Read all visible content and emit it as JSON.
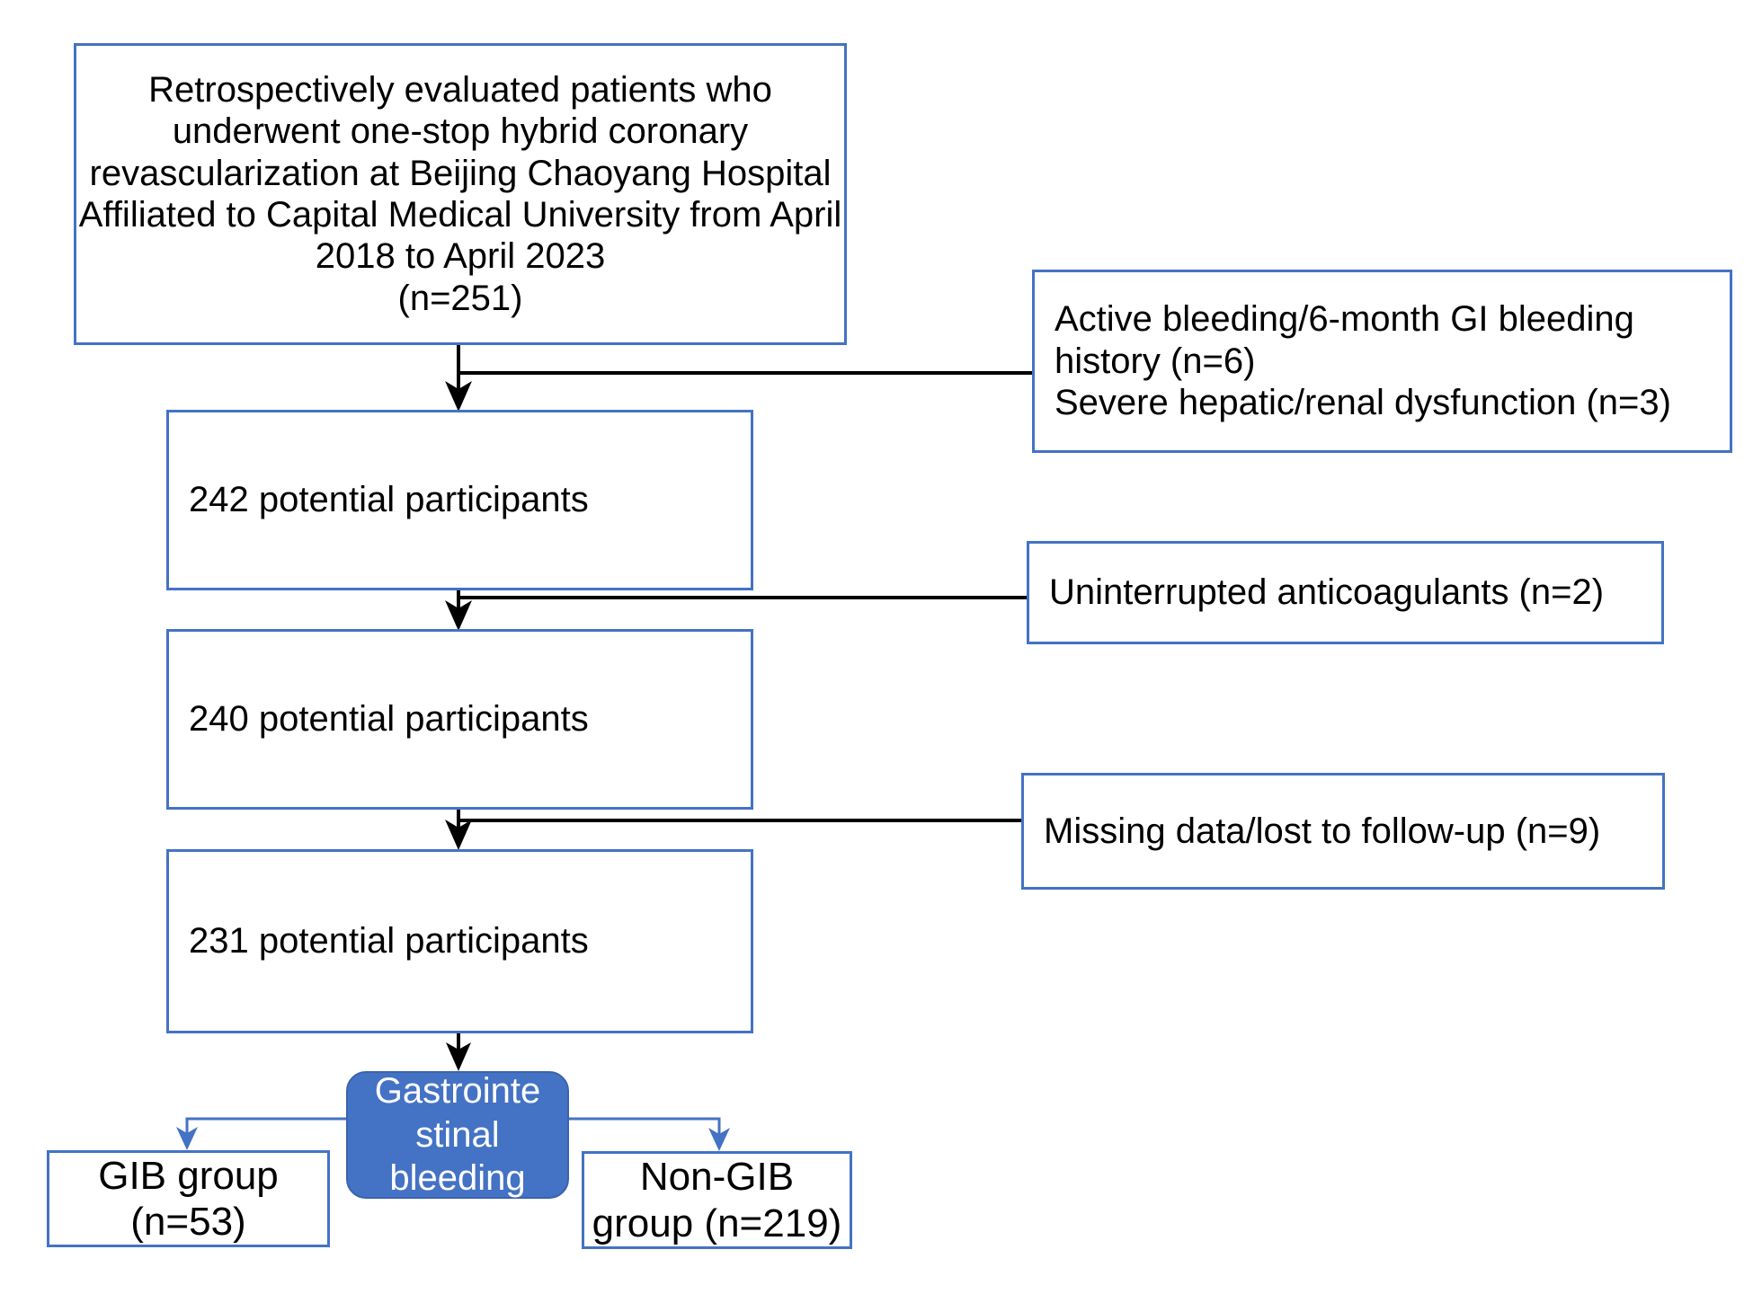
{
  "figure": {
    "type": "flowchart",
    "title": "Patient selection flow diagram"
  },
  "nodes": {
    "enrollment": {
      "label": "Retrospectively evaluated patients who underwent one-stop hybrid coronary revascularization at Beijing Chaoyang Hospital Affiliated to Capital Medical University from April 2018 to April 2023\n(n=251)",
      "count": "251"
    },
    "stage_242": {
      "label": "242 potential participants",
      "count": "242"
    },
    "stage_240": {
      "label": "240 potential participants",
      "count": "240"
    },
    "stage_231": {
      "label": "231 potential participants",
      "count": "231"
    },
    "outcome": {
      "label": "Gastrointe\nstinal\nbleeding"
    },
    "gib_group": {
      "label": "GIB group\n(n=53)",
      "count": "53"
    },
    "non_gib_group": {
      "label": "Non-GIB\ngroup (n=219)",
      "count": "219"
    }
  },
  "exclusions": [
    {
      "label": "Active bleeding/6-month GI bleeding history (n=6)\nSevere hepatic/renal dysfunction (n=3)",
      "reasons": [
        {
          "reason": "Active bleeding/6-month GI bleeding history",
          "n": 6
        },
        {
          "reason": "Severe hepatic/renal dysfunction",
          "n": 3
        }
      ]
    },
    {
      "label": "Uninterrupted anticoagulants (n=2)",
      "reasons": [
        {
          "reason": "Uninterrupted anticoagulants",
          "n": 2
        }
      ]
    },
    {
      "label": "Missing data/lost to follow-up (n=9)",
      "reasons": [
        {
          "reason": "Missing data/lost to follow-up",
          "n": 9
        }
      ]
    }
  ],
  "colors": {
    "box_border": "#4472C4",
    "outcome_fill": "#4472C4",
    "outcome_text": "#FFFFFF",
    "connector_black": "#000000",
    "connector_blue": "#4472C4",
    "background": "#FFFFFF",
    "text": "#000000"
  }
}
